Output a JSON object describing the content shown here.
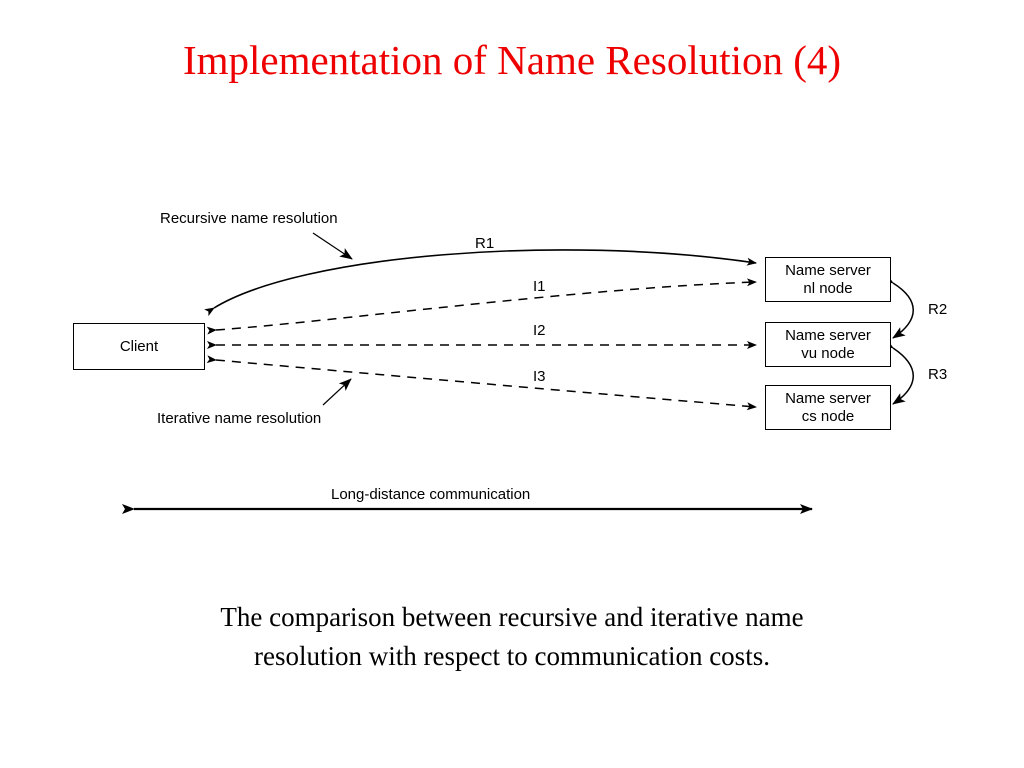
{
  "slide": {
    "title": "Implementation of Name Resolution (4)",
    "title_color": "#ee0000",
    "background_color": "#ffffff",
    "caption_line1": "The comparison between recursive and iterative name",
    "caption_line2": "resolution with respect to communication costs."
  },
  "diagram": {
    "client_box": {
      "label": "Client"
    },
    "servers": [
      {
        "line1": "Name server",
        "line2": "nl node"
      },
      {
        "line1": "Name server",
        "line2": "vu node"
      },
      {
        "line1": "Name server",
        "line2": "cs node"
      }
    ],
    "annotations": {
      "recursive": "Recursive name resolution",
      "iterative": "Iterative name resolution",
      "long_distance": "Long-distance communication"
    },
    "edge_labels": {
      "r1": "R1",
      "r2": "R2",
      "r3": "R3",
      "i1": "I1",
      "i2": "I2",
      "i3": "I3"
    },
    "stroke_color": "#000000"
  }
}
